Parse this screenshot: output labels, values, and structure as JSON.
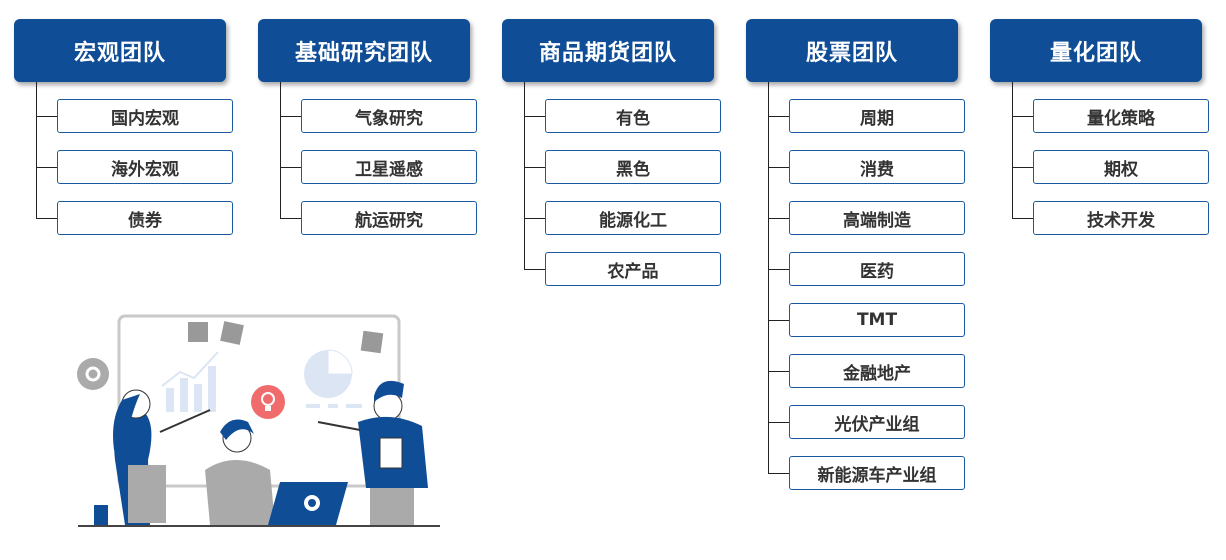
{
  "teams": [
    {
      "title": "宏观团队",
      "items": [
        "国内宏观",
        "海外宏观",
        "债券"
      ]
    },
    {
      "title": "基础研究团队",
      "items": [
        "气象研究",
        "卫星遥感",
        "航运研究"
      ]
    },
    {
      "title": "商品期货团队",
      "items": [
        "有色",
        "黑色",
        "能源化工",
        "农产品"
      ]
    },
    {
      "title": "股票团队",
      "items": [
        "周期",
        "消费",
        "高端制造",
        "医药",
        "TMT",
        "金融地产",
        "光伏产业组",
        "新能源车产业组"
      ]
    },
    {
      "title": "量化团队",
      "items": [
        "量化策略",
        "期权",
        "技术开发"
      ]
    }
  ],
  "colors": {
    "header_bg": "#0f4d97",
    "item_border": "#1a5aa3",
    "accent": "#0f4d97"
  },
  "illustration": {
    "icons": [
      "gear-icon",
      "lightbulb-icon",
      "coffee-cup-icon"
    ]
  }
}
